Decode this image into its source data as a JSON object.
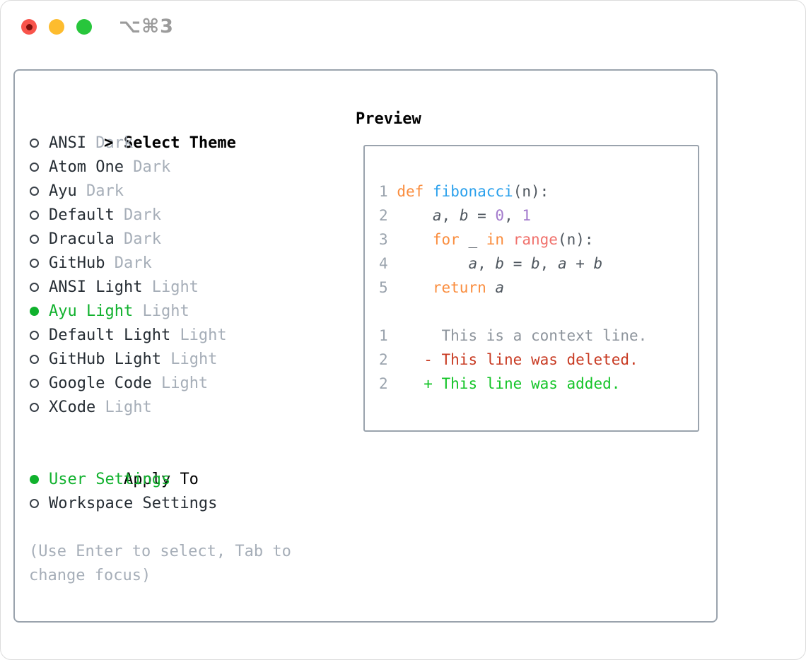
{
  "window": {
    "title": "⌥⌘3",
    "buttons": [
      "close",
      "minimize",
      "zoom"
    ]
  },
  "colors": {
    "accent_green": "#10b12d",
    "muted_gray": "#a6aeb8",
    "panel_border": "#9aa3ad",
    "text_dark": "#262d34",
    "code_keyword": "#fa8d3e",
    "code_function": "#2aa0ec",
    "code_number": "#a37acc",
    "code_call": "#f0716c",
    "diff_deleted": "#c83a22",
    "diff_added": "#13c427",
    "traffic_red": "#f8544b",
    "traffic_yellow": "#fdbc2e",
    "traffic_green": "#28c63c"
  },
  "theme_section": {
    "header": "Select Theme",
    "focus_marker": ">",
    "items": [
      {
        "name": "ANSI",
        "variant": "Dark",
        "selected": false
      },
      {
        "name": "Atom One",
        "variant": "Dark",
        "selected": false
      },
      {
        "name": "Ayu",
        "variant": "Dark",
        "selected": false
      },
      {
        "name": "Default",
        "variant": "Dark",
        "selected": false
      },
      {
        "name": "Dracula",
        "variant": "Dark",
        "selected": false
      },
      {
        "name": "GitHub",
        "variant": "Dark",
        "selected": false
      },
      {
        "name": "ANSI Light",
        "variant": "Light",
        "selected": false
      },
      {
        "name": "Ayu Light",
        "variant": "Light",
        "selected": true
      },
      {
        "name": "Default Light",
        "variant": "Light",
        "selected": false
      },
      {
        "name": "GitHub Light",
        "variant": "Light",
        "selected": false
      },
      {
        "name": "Google Code",
        "variant": "Light",
        "selected": false
      },
      {
        "name": "XCode",
        "variant": "Light",
        "selected": false
      }
    ]
  },
  "apply_section": {
    "header": "Apply To",
    "items": [
      {
        "label": "User Settings",
        "selected": true
      },
      {
        "label": "Workspace Settings",
        "selected": false
      }
    ]
  },
  "footer_hint": "(Use Enter to select, Tab to change focus)",
  "preview": {
    "header": "Preview",
    "code_lines": [
      [
        {
          "t": "1",
          "c": "num"
        },
        {
          "t": " ",
          "c": "plain"
        },
        {
          "t": "def",
          "c": "kw"
        },
        {
          "t": " ",
          "c": "plain"
        },
        {
          "t": "fibonacci",
          "c": "fn"
        },
        {
          "t": "(n):",
          "c": "plain"
        }
      ],
      [
        {
          "t": "2",
          "c": "num"
        },
        {
          "t": "     ",
          "c": "plain"
        },
        {
          "t": "a",
          "c": "var"
        },
        {
          "t": ", ",
          "c": "plain"
        },
        {
          "t": "b",
          "c": "var"
        },
        {
          "t": " = ",
          "c": "plain"
        },
        {
          "t": "0",
          "c": "numlit"
        },
        {
          "t": ", ",
          "c": "plain"
        },
        {
          "t": "1",
          "c": "numlit"
        }
      ],
      [
        {
          "t": "3",
          "c": "num"
        },
        {
          "t": "     ",
          "c": "plain"
        },
        {
          "t": "for",
          "c": "kw"
        },
        {
          "t": " _ ",
          "c": "plain"
        },
        {
          "t": "in",
          "c": "kw"
        },
        {
          "t": " ",
          "c": "plain"
        },
        {
          "t": "range",
          "c": "call"
        },
        {
          "t": "(n):",
          "c": "plain"
        }
      ],
      [
        {
          "t": "4",
          "c": "num"
        },
        {
          "t": "         ",
          "c": "plain"
        },
        {
          "t": "a",
          "c": "var"
        },
        {
          "t": ", ",
          "c": "plain"
        },
        {
          "t": "b",
          "c": "var"
        },
        {
          "t": " = ",
          "c": "plain"
        },
        {
          "t": "b",
          "c": "var"
        },
        {
          "t": ", ",
          "c": "plain"
        },
        {
          "t": "a",
          "c": "var"
        },
        {
          "t": " + ",
          "c": "plain"
        },
        {
          "t": "b",
          "c": "var"
        }
      ],
      [
        {
          "t": "5",
          "c": "num"
        },
        {
          "t": "     ",
          "c": "plain"
        },
        {
          "t": "return",
          "c": "kw"
        },
        {
          "t": " ",
          "c": "plain"
        },
        {
          "t": "a",
          "c": "var"
        }
      ],
      [],
      [
        {
          "t": "1",
          "c": "num"
        },
        {
          "t": "      ",
          "c": "plain"
        },
        {
          "t": "This is a context line.",
          "c": "ctx"
        }
      ],
      [
        {
          "t": "2",
          "c": "num"
        },
        {
          "t": "    ",
          "c": "plain"
        },
        {
          "t": "- This line was deleted.",
          "c": "del"
        }
      ],
      [
        {
          "t": "2",
          "c": "num"
        },
        {
          "t": "    ",
          "c": "plain"
        },
        {
          "t": "+ This line was added.",
          "c": "add"
        }
      ]
    ]
  }
}
